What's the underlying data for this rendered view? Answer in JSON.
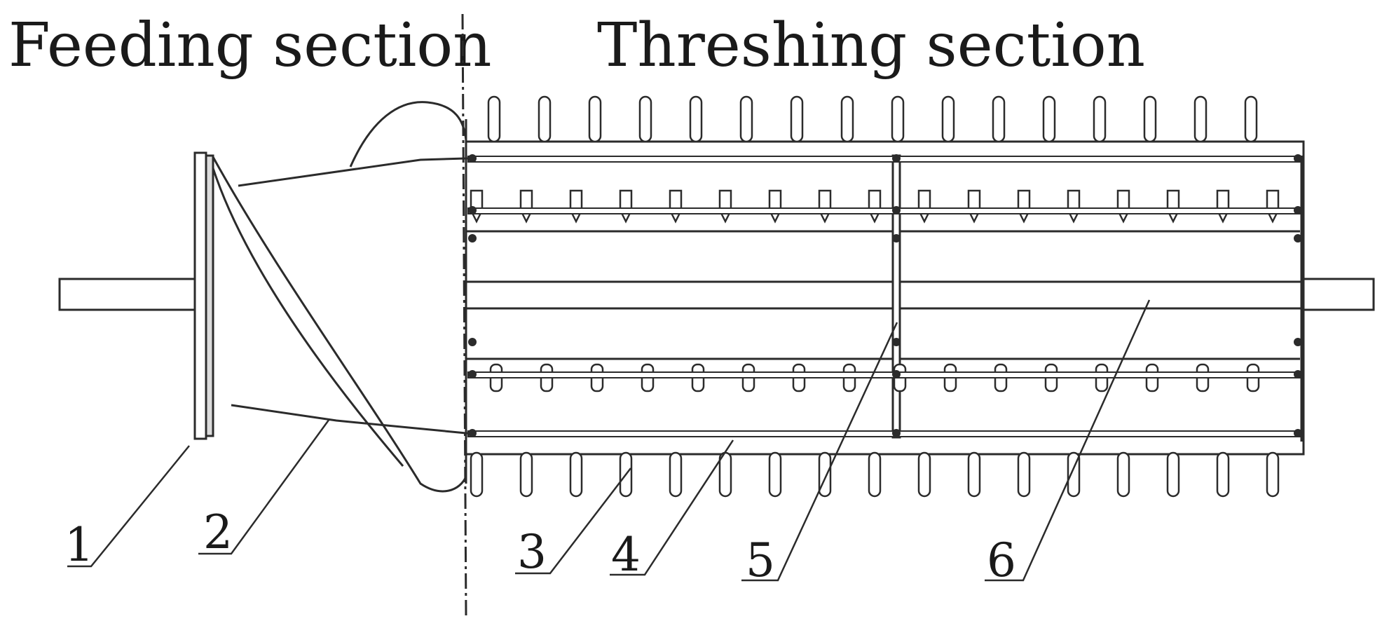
{
  "titles": {
    "feeding": "Feeding section",
    "threshing": "Threshing section"
  },
  "labels": [
    "1",
    "2",
    "3",
    "4",
    "5",
    "6"
  ],
  "colors": {
    "ink": "#1a1a1a",
    "line": "#2b2b2b",
    "tooth_fill": "#ffffff",
    "background": "#ffffff"
  }
}
